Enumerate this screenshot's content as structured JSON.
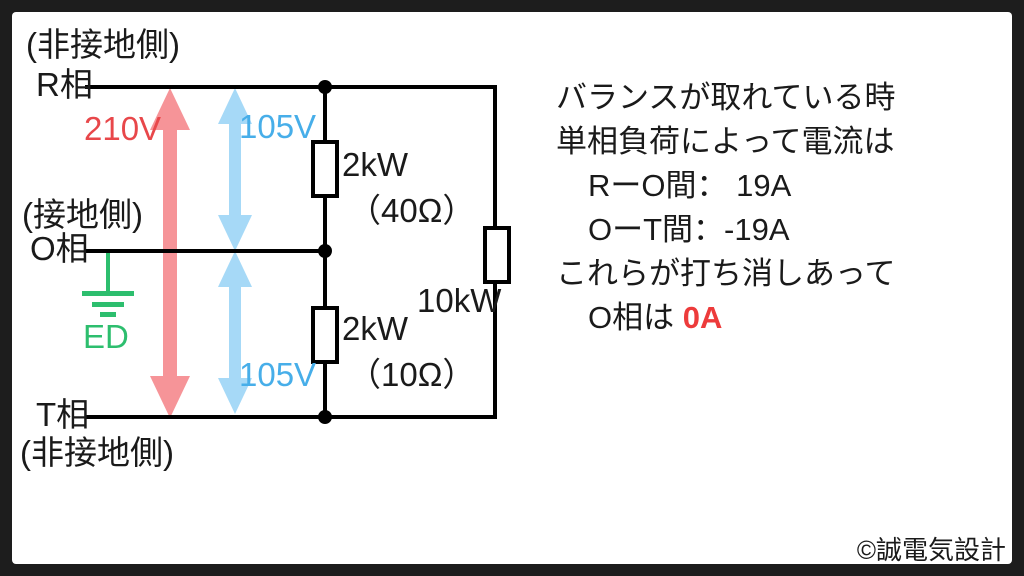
{
  "colors": {
    "frame": "#1d1d1d",
    "wire": "#000000",
    "red_arrow": "#f69498",
    "red_text": "#e8474a",
    "blue_arrow": "#a6d9f7",
    "blue_text": "#47aee9",
    "green": "#2dbe6e",
    "highlight_red": "#ed3b3b",
    "ink": "#1a1a1a"
  },
  "diagram": {
    "labels": {
      "top_side_note": "(非接地側)",
      "phase_r": "R相",
      "voltage_210": "210V",
      "voltage_105_top": "105V",
      "mid_side_note": "(接地側)",
      "phase_o": "O相",
      "earth": "ED",
      "voltage_105_bottom": "105V",
      "phase_t": "T相",
      "bottom_side_note": "(非接地側)",
      "load1_power": "2kW",
      "load1_resistance": "（40Ω）",
      "load2_power": "2kW",
      "load2_resistance": "（10Ω）",
      "load3_power": "10kW"
    }
  },
  "note": {
    "lines": [
      {
        "text": "バランスが取れている時"
      },
      {
        "text": "単相負荷によって電流は"
      },
      {
        "text": "RーO間： 19A"
      },
      {
        "text": "OーT間：-19A"
      },
      {
        "text": "これらが打ち消しあって"
      },
      {
        "text": "O相は ",
        "highlight": "0A"
      }
    ]
  },
  "footer": {
    "copyright": "©誠電気設計"
  }
}
